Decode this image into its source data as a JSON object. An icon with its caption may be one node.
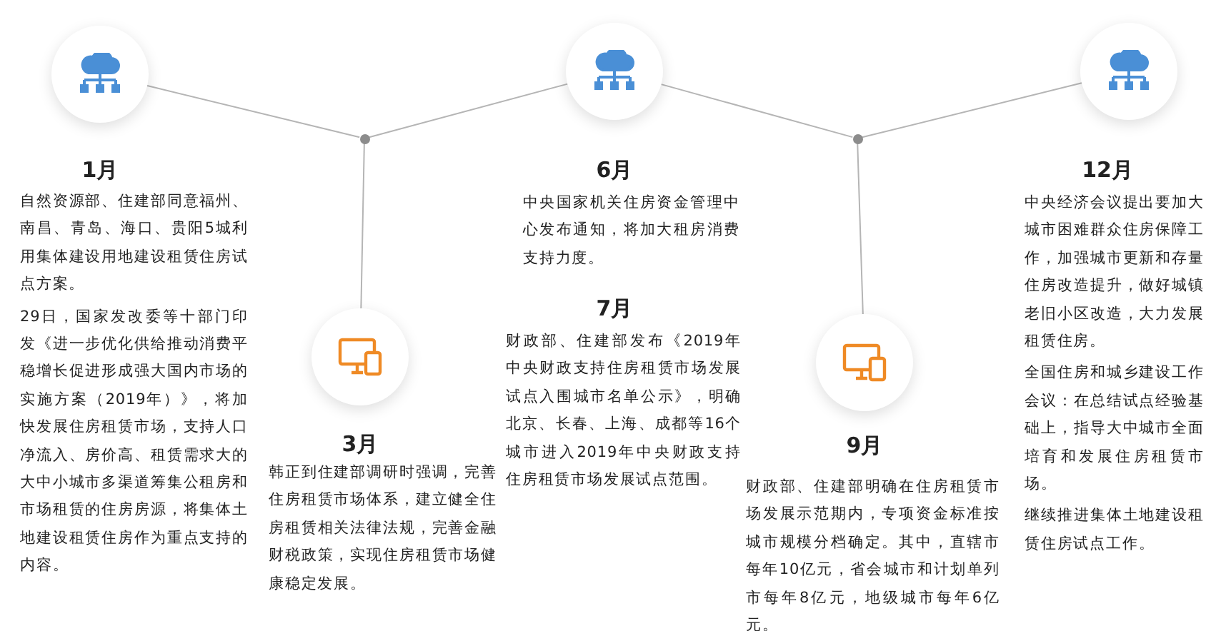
{
  "diagram": {
    "nodes": [
      {
        "text": [],
        "shape": "circle"
      },
      {
        "text": [],
        "shape": "circle"
      },
      {
        "text": [],
        "shape": "circle"
      },
      {
        "text": [],
        "shape": "circle"
      },
      {
        "text": [],
        "shape": "circle"
      },
      {
        "text": [],
        "shape": "circle"
      },
      {
        "text": [],
        "shape": "circle"
      }
    ],
    "edges": [
      {
        "from": 0,
        "to": 1,
        "arrow": "none"
      },
      {
        "from": 1,
        "to": 3,
        "arrow": "none"
      },
      {
        "from": 1,
        "to": 2,
        "arrow": "none"
      },
      {
        "from": 3,
        "to": 4,
        "arrow": "none"
      },
      {
        "from": 4,
        "to": 6,
        "arrow": "none"
      },
      {
        "from": 4,
        "to": 5,
        "arrow": "none"
      }
    ],
    "labels": [
      "1月",
      "自然资源部、住建部同意福州、南昌、青岛、海口、贵阳5城利用集体建设用地建设租赁住房试点方案。",
      "29日，国家发改委等十部门印发《进一步优化供给推动消费平稳增长促进形成强大国内市场的实施方案（2019年）》，将加快发展住房租赁市场，支持人口净流入、房价高、租赁需求大的大中小城市多渠道筹集公租房和市场租赁的住房房源，将集体土地建设租赁住房作为重点支持的内容。",
      "3月",
      "韩正到住建部调研时强调，完善住房租赁市场体系，建立健全住房租赁相关法律法规，完善金融财税政策，实现住房租赁市场健康稳定发展。",
      "6月",
      "中央国家机关住房资金管理中心发布通知，将加大租房消费支持力度。",
      "7月",
      "财政部、住建部发布《2019年中央财政支持住房租赁市场发展试点入围城市名单公示》，明确北京、长春、上海、成都等16个城市进入2019年中央财政支持住房租赁市场发展试点范围。",
      "9月",
      "财政部、住建部明确在住房租赁市场发展示范期内，专项资金标准按城市规模分档确定。其中，直辖市每年10亿元，省会城市和计划单列市每年8亿元，地级城市每年6亿元。",
      "12月",
      "中央经济会议提出要加大城市困难群众住房保障工作，加强城市更新和存量住房改造提升，做好城镇老旧小区改造，大力发展租赁住房。",
      "全国住房和城乡建设工作会议：在总结试点经验基础上，指导大中城市全面培育和发展住房租赁市场。",
      "继续推进集体土地建设租赁住房试点工作。"
    ]
  }
}
